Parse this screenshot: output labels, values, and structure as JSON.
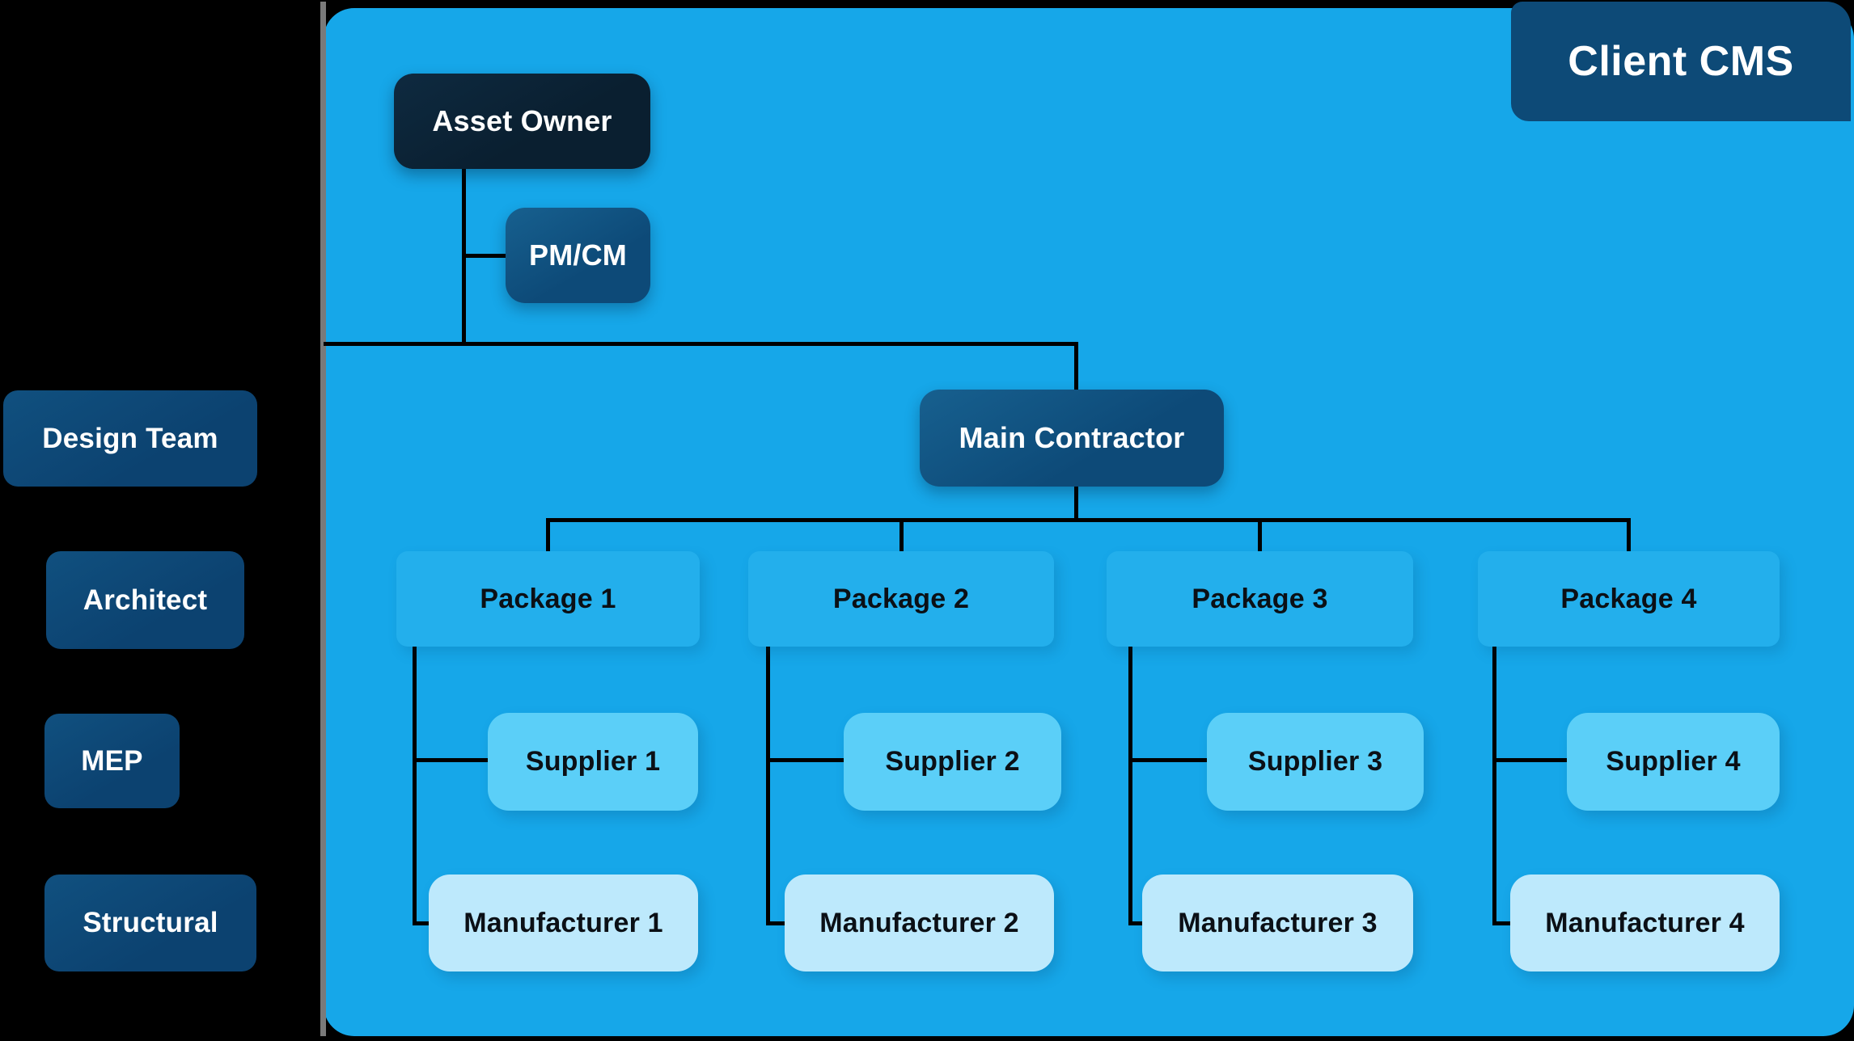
{
  "palette": {
    "canvas": "#000000",
    "panel_blue": "#16A7E9",
    "package_blue": "#23AFEC",
    "supplier_blue": "#5BCFF8",
    "manufacturer_blue": "#BDE9FC",
    "asset_owner_navy": "#0A1F30",
    "mid_navy": "#0D4A78",
    "sidebar_navy": "#0C4270",
    "edge_grey": "#7A7A7A",
    "connector_black": "#000000",
    "label_light": "#FFFFFF",
    "label_dark": "#0B1016"
  },
  "header": {
    "title": "Client CMS"
  },
  "sidebar": {
    "items": [
      {
        "label": "Design Team"
      },
      {
        "label": "Architect"
      },
      {
        "label": "MEP"
      },
      {
        "label": "Structural"
      }
    ]
  },
  "org": {
    "asset_owner": {
      "label": "Asset Owner"
    },
    "pm_cm": {
      "label": "PM/CM"
    },
    "main_contractor": {
      "label": "Main Contractor"
    },
    "columns": [
      {
        "package": {
          "label": "Package 1"
        },
        "supplier": {
          "label": "Supplier 1"
        },
        "manufacturer": {
          "label": "Manufacturer 1"
        }
      },
      {
        "package": {
          "label": "Package 2"
        },
        "supplier": {
          "label": "Supplier 2"
        },
        "manufacturer": {
          "label": "Manufacturer 2"
        }
      },
      {
        "package": {
          "label": "Package 3"
        },
        "supplier": {
          "label": "Supplier 3"
        },
        "manufacturer": {
          "label": "Manufacturer 3"
        }
      },
      {
        "package": {
          "label": "Package 4"
        },
        "supplier": {
          "label": "Supplier 4"
        },
        "manufacturer": {
          "label": "Manufacturer 4"
        }
      }
    ]
  }
}
